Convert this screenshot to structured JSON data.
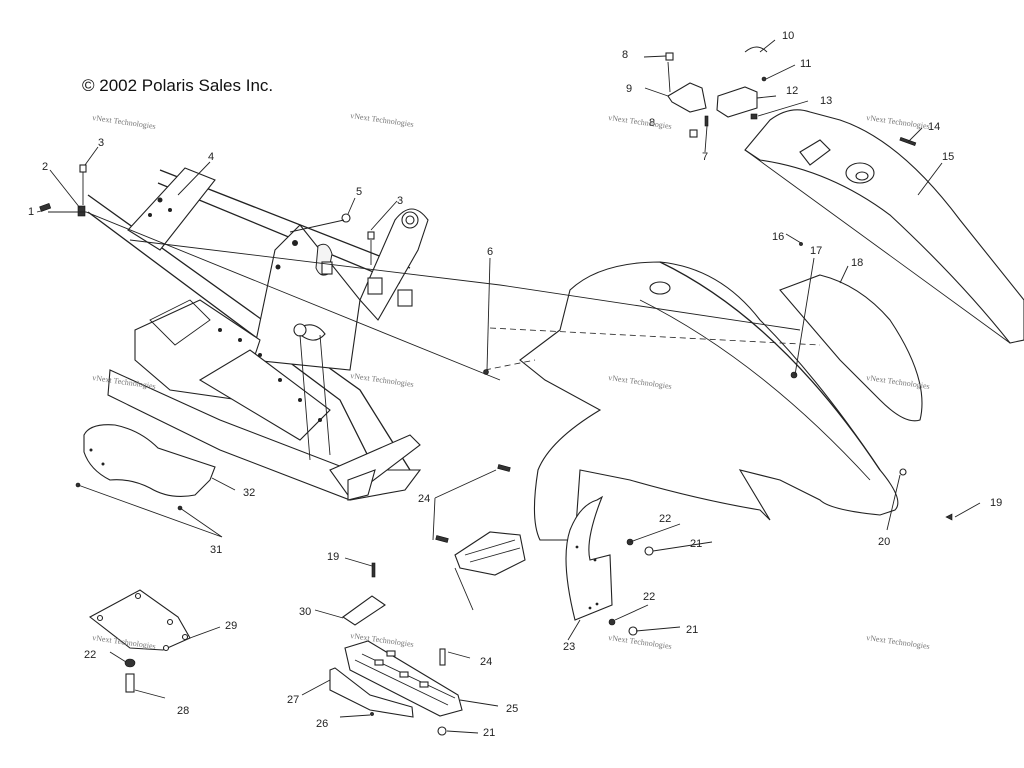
{
  "copyright": "© 2002 Polaris Sales Inc.",
  "watermark": "vNext Technologies",
  "callouts": [
    {
      "id": "c1",
      "label": "1"
    },
    {
      "id": "c2",
      "label": "2"
    },
    {
      "id": "c3a",
      "label": "3"
    },
    {
      "id": "c3b",
      "label": "3"
    },
    {
      "id": "c4",
      "label": "4"
    },
    {
      "id": "c5",
      "label": "5"
    },
    {
      "id": "c6",
      "label": "6"
    },
    {
      "id": "c7",
      "label": "7"
    },
    {
      "id": "c8a",
      "label": "8"
    },
    {
      "id": "c8b",
      "label": "8"
    },
    {
      "id": "c9",
      "label": "9"
    },
    {
      "id": "c10",
      "label": "10"
    },
    {
      "id": "c11",
      "label": "11"
    },
    {
      "id": "c12",
      "label": "12"
    },
    {
      "id": "c13",
      "label": "13"
    },
    {
      "id": "c14",
      "label": "14"
    },
    {
      "id": "c15",
      "label": "15"
    },
    {
      "id": "c16",
      "label": "16"
    },
    {
      "id": "c17",
      "label": "17"
    },
    {
      "id": "c18",
      "label": "18"
    },
    {
      "id": "c19a",
      "label": "19"
    },
    {
      "id": "c19b",
      "label": "19"
    },
    {
      "id": "c20",
      "label": "20"
    },
    {
      "id": "c21a",
      "label": "21"
    },
    {
      "id": "c21b",
      "label": "21"
    },
    {
      "id": "c21c",
      "label": "21"
    },
    {
      "id": "c22a",
      "label": "22"
    },
    {
      "id": "c22b",
      "label": "22"
    },
    {
      "id": "c22c",
      "label": "22"
    },
    {
      "id": "c23",
      "label": "23"
    },
    {
      "id": "c24a",
      "label": "24"
    },
    {
      "id": "c24b",
      "label": "24"
    },
    {
      "id": "c25",
      "label": "25"
    },
    {
      "id": "c26",
      "label": "26"
    },
    {
      "id": "c27",
      "label": "27"
    },
    {
      "id": "c28",
      "label": "28"
    },
    {
      "id": "c29",
      "label": "29"
    },
    {
      "id": "c30",
      "label": "30"
    },
    {
      "id": "c31",
      "label": "31"
    },
    {
      "id": "c32",
      "label": "32"
    }
  ]
}
